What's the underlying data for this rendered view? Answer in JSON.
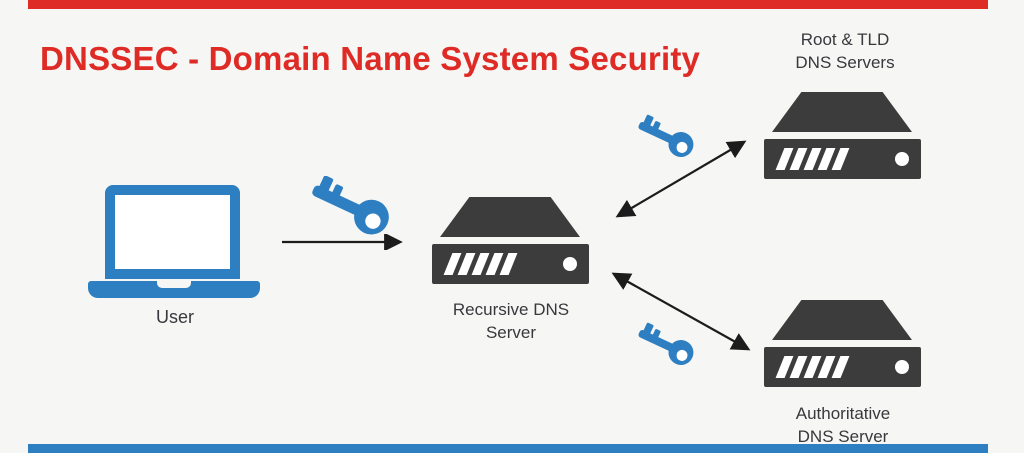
{
  "title": "DNSSEC - Domain Name System Security",
  "colors": {
    "background": "#f6f6f4",
    "accent_red": "#de2b26",
    "accent_blue": "#2e7fc1",
    "server_dark": "#3c3c3c",
    "arrow": "#1c1c1c",
    "label": "#38383d"
  },
  "nodes": {
    "user": {
      "label": "User",
      "icon": "laptop-icon"
    },
    "recursive": {
      "label_line1": "Recursive DNS",
      "label_line2": "Server",
      "icon": "server-icon"
    },
    "root_tld": {
      "label_line1": "Root & TLD",
      "label_line2": "DNS Servers",
      "icon": "server-icon"
    },
    "authoritative": {
      "label_line1": "Authoritative",
      "label_line2": "DNS Server",
      "icon": "server-icon"
    }
  },
  "connections": [
    {
      "from": "user",
      "to": "recursive",
      "direction": "one-way",
      "icon": "key-icon"
    },
    {
      "from": "recursive",
      "to": "root_tld",
      "direction": "two-way",
      "icon": "key-icon"
    },
    {
      "from": "recursive",
      "to": "authoritative",
      "direction": "two-way",
      "icon": "key-icon"
    }
  ]
}
